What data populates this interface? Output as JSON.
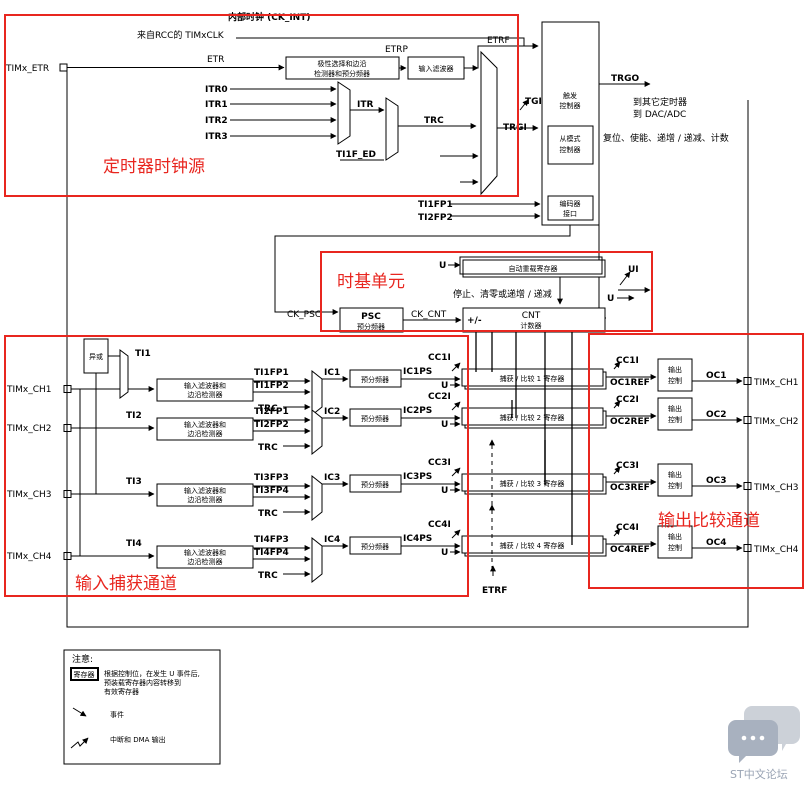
{
  "title_top": "内部时钟 (CK_INT)",
  "rcc_label": "来自RCC的 TIMxCLK",
  "etr_pin": "TIMx_ETR",
  "etr": "ETR",
  "etrp": "ETRP",
  "etrf": "ETRF",
  "polarity_block": [
    "极性选择和边沿",
    "检测器和预分频器"
  ],
  "input_filter": "输入滤波器",
  "itr_inputs": [
    "ITR0",
    "ITR1",
    "ITR2",
    "ITR3"
  ],
  "itr": "ITR",
  "trc": "TRC",
  "tgi": "TGI",
  "trgi": "TRGI",
  "ti1f_ed": "TI1F_ED",
  "ti1fp1": "TI1FP1",
  "ti2fp2": "TI2FP2",
  "trigger_ctrl": [
    "触发",
    "控制器"
  ],
  "slave_ctrl": [
    "从模式",
    "控制器"
  ],
  "encoder": [
    "编码器",
    "接口"
  ],
  "trgo": "TRGO",
  "trgo_to": [
    "到其它定时器",
    "到 DAC/ADC"
  ],
  "slave_modes": "复位、使能、递增 / 递减、计数",
  "section_clock": "定时器时钟源",
  "section_timebase": "时基单元",
  "section_input": "输入捕获通道",
  "section_output": "输出比较通道",
  "u": "U",
  "ui": "UI",
  "arr": "自动重载寄存器",
  "cnt_ctrl": "停止、清零或递增 / 递减",
  "ck_psc": "CK_PSC",
  "psc": [
    "PSC",
    "预分频器"
  ],
  "ck_cnt": "CK_CNT",
  "cnt": [
    "CNT",
    "计数器"
  ],
  "plus_minus": "+/-",
  "xor": "异或",
  "channels": [
    {
      "pin": "TIMx_CH1",
      "ti": "TI1",
      "fp_a": "TI1FP1",
      "fp_b": "TI1FP2",
      "ic": "IC1",
      "icps": "IC1PS",
      "cci": "CC1I",
      "ccr": "捕获 / 比较 1 寄存器",
      "ocref": "OC1REF",
      "oc": "OC1",
      "out": "TIMx_CH1"
    },
    {
      "pin": "TIMx_CH2",
      "ti": "TI2",
      "fp_a": "TI2FP1",
      "fp_b": "TI2FP2",
      "ic": "IC2",
      "icps": "IC2PS",
      "cci": "CC2I",
      "ccr": "捕获 / 比较 2 寄存器",
      "ocref": "OC2REF",
      "oc": "OC2",
      "out": "TIMx_CH2"
    },
    {
      "pin": "TIMx_CH3",
      "ti": "TI3",
      "fp_a": "TI3FP3",
      "fp_b": "TI3FP4",
      "ic": "IC3",
      "icps": "IC3PS",
      "cci": "CC3I",
      "ccr": "捕获 / 比较 3 寄存器",
      "ocref": "OC3REF",
      "oc": "OC3",
      "out": "TIMx_CH3"
    },
    {
      "pin": "TIMx_CH4",
      "ti": "TI4",
      "fp_a": "TI4FP3",
      "fp_b": "TI4FP4",
      "ic": "IC4",
      "icps": "IC4PS",
      "cci": "CC4I",
      "ccr": "捕获 / 比较 4 寄存器",
      "ocref": "OC4REF",
      "oc": "OC4",
      "out": "TIMx_CH4"
    }
  ],
  "filter_block": [
    "输入滤波器和",
    "边沿检测器"
  ],
  "prescaler": "预分频器",
  "output_ctrl": [
    "输出",
    "控制"
  ],
  "etrf_bottom": "ETRF",
  "notes": {
    "title": "注意:",
    "reg_box": "寄存器",
    "reg_desc": [
      "根据控制位，在发生 U 事件后,",
      "预装载寄存器内容转移到",
      "有效寄存器"
    ],
    "event": "事件",
    "irq": "中断和 DMA 输出"
  },
  "watermark": "ST中文论坛",
  "colors": {
    "annotation": "#e8261f",
    "watermark": "#9aa4b4"
  }
}
